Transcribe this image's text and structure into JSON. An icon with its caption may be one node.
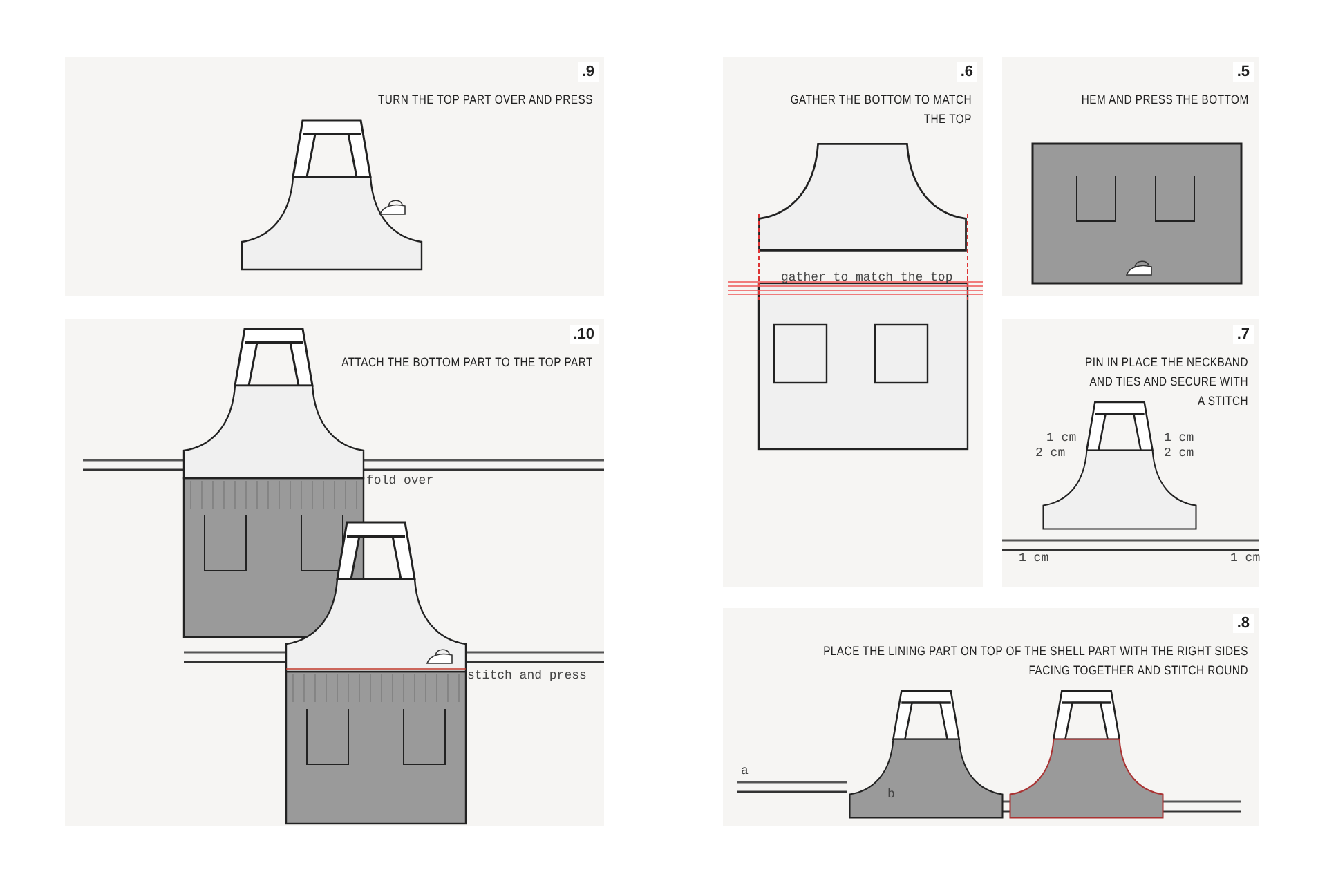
{
  "diagram": {
    "nodes": [
      {
        "text": [
          ".9",
          "TURN THE TOP PART OVER AND PRESS"
        ]
      },
      {
        "text": [
          ".6",
          "GATHER THE BOTTOM TO MATCH THE TOP"
        ]
      },
      {
        "text": [
          ".5",
          "HEM AND PRESS THE BOTTOM"
        ]
      },
      {
        "text": [
          ".10",
          "ATTACH THE BOTTOM PART TO THE TOP PART"
        ]
      },
      {
        "text": [
          ".7",
          "PIN IN PLACE THE NECKBAND AND TIES AND SECURE WITH A STITCH"
        ]
      },
      {
        "text": [
          ".8",
          "PLACE THE LINING PART ON TOP OF THE SHELL PART WITH THE RIGHT SIDES FACING TOGETHER AND STITCH ROUND"
        ]
      }
    ],
    "edges": [],
    "labels": [
      "fold over",
      "stitch and press",
      "gather to match the top",
      "1 cm",
      "2 cm",
      "1 cm",
      "2 cm",
      "1 cm",
      "1 cm",
      "a",
      "b"
    ]
  }
}
